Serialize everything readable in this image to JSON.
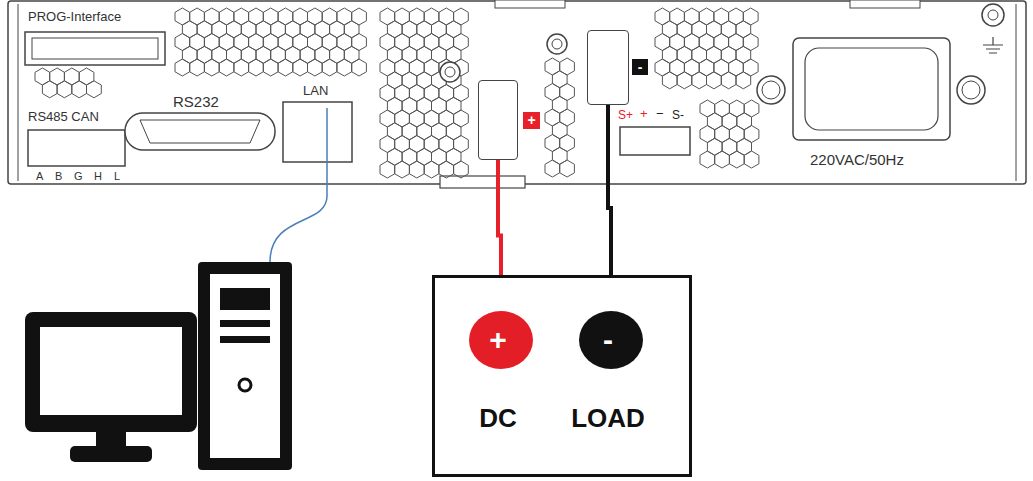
{
  "diagram": {
    "nodes": [
      {
        "text": [
          "+"
        ]
      },
      {
        "text": [
          "-"
        ]
      },
      {
        "text": [
          "DC",
          "LOAD"
        ]
      },
      {
        "text": [
          "+"
        ],
        "in": 2
      },
      {
        "text": [
          "-"
        ],
        "in": 2
      }
    ],
    "edges": [
      {
        "from": 0,
        "to": 3,
        "arrow": "none"
      },
      {
        "from": 1,
        "to": 4,
        "arrow": "none"
      }
    ],
    "labels": [
      "PROG-Interface",
      "RS232",
      "LAN",
      "RS485 CAN",
      "A",
      "B",
      "G",
      "H",
      "L",
      "S+",
      "+",
      "−",
      "S-",
      "220VAC/50Hz"
    ]
  }
}
